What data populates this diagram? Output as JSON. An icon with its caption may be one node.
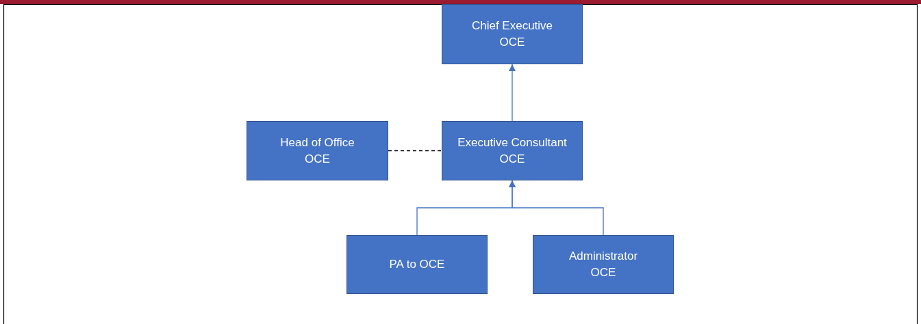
{
  "diagram": {
    "nodes": [
      {
        "text": [
          "Chief Executive OCE"
        ]
      },
      {
        "text": [
          "Head of Office OCE"
        ]
      },
      {
        "text": [
          "Executive Consultant OCE"
        ]
      },
      {
        "text": [
          "PA to OCE"
        ]
      },
      {
        "text": [
          "Administrator OCE"
        ]
      }
    ],
    "edges": [
      {
        "from": 2,
        "to": 0,
        "arrow": "to"
      },
      {
        "from": 1,
        "to": 2,
        "arrow": "none",
        "style": "dashed",
        "color": "#000000"
      },
      {
        "from": 3,
        "to": 2,
        "arrow": "to"
      },
      {
        "from": 4,
        "to": 2,
        "arrow": "to"
      }
    ]
  }
}
